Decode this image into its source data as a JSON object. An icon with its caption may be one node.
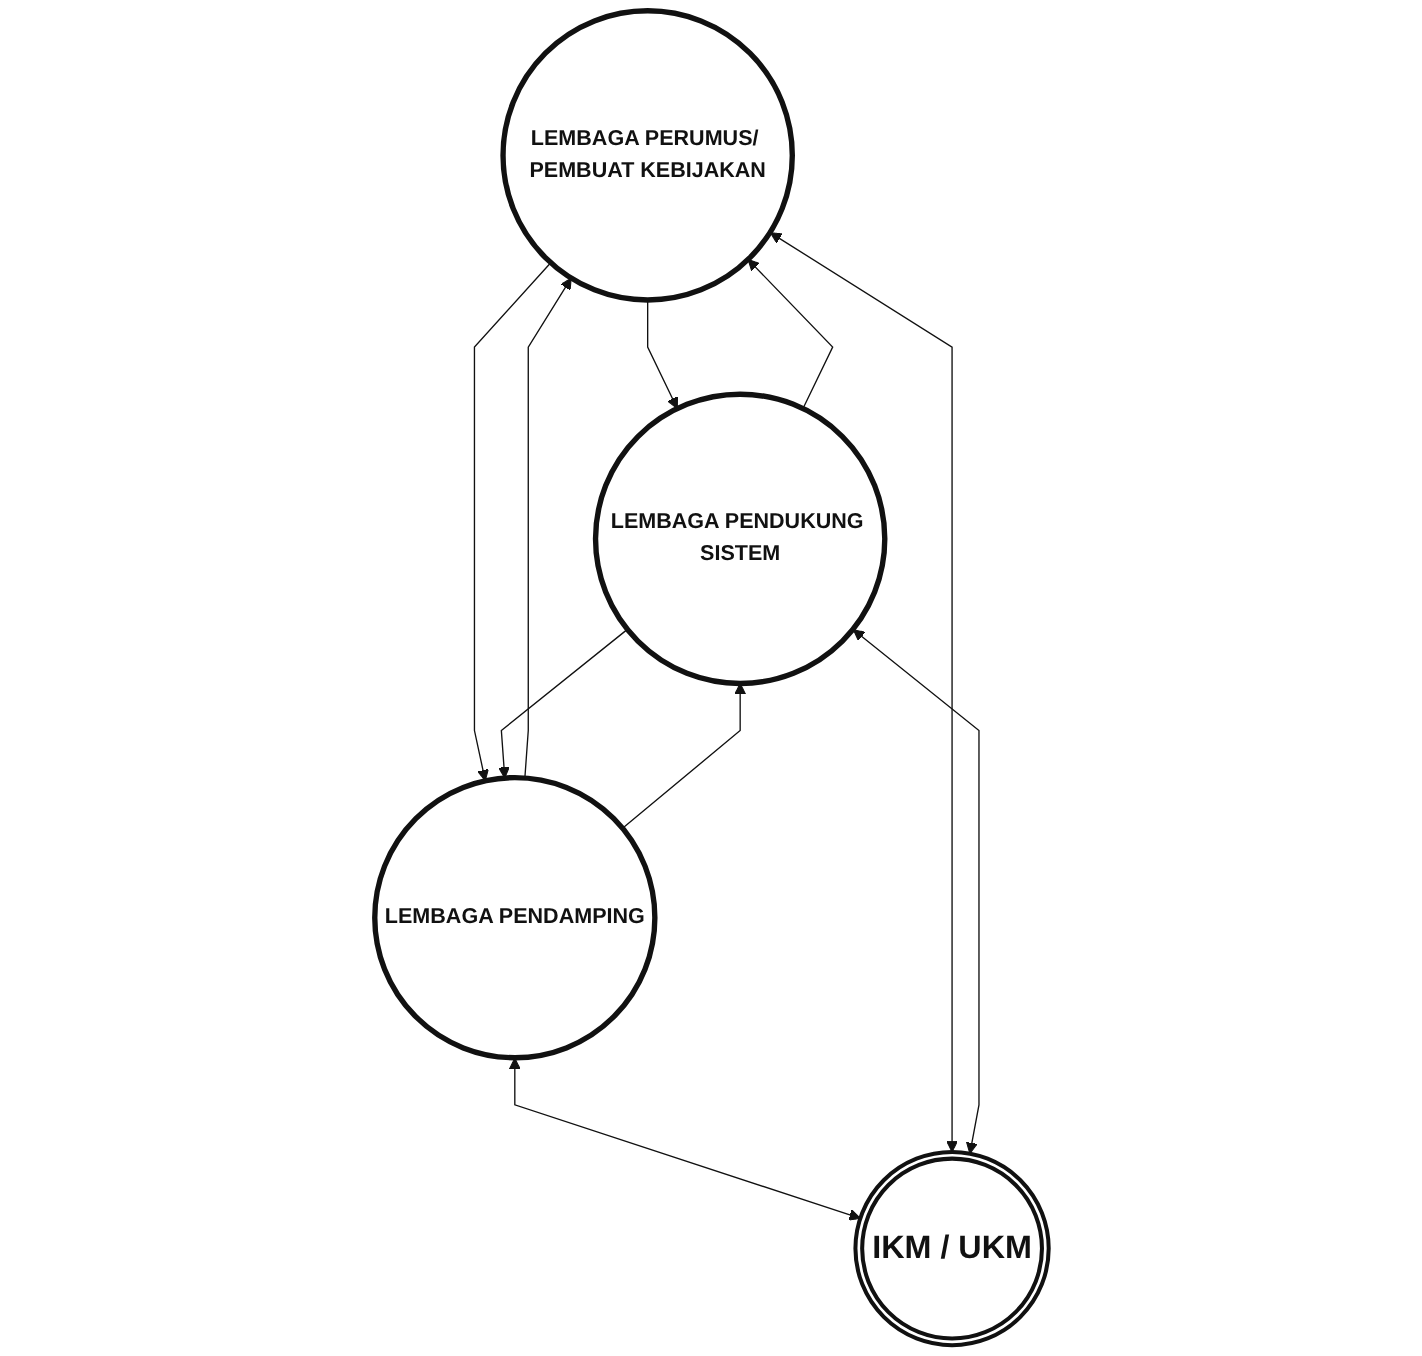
{
  "diagram": {
    "nodes": [
      {
        "text": [
          "LEMBAGA PERUMUS/ PEMBUAT KEBIJAKAN"
        ]
      },
      {
        "text": [
          "LEMBAGA PENDUKUNG SISTEM"
        ]
      },
      {
        "text": [
          "LEMBAGA PENDAMPING"
        ]
      },
      {
        "text": [
          "IKM / UKM"
        ]
      }
    ],
    "edges": [
      {
        "from": 0,
        "to": 1,
        "arrow": "to"
      },
      {
        "from": 1,
        "to": 0,
        "arrow": "to"
      },
      {
        "from": 0,
        "to": 2,
        "arrow": "to"
      },
      {
        "from": 2,
        "to": 0,
        "arrow": "to"
      },
      {
        "from": 1,
        "to": 2,
        "arrow": "to"
      },
      {
        "from": 2,
        "to": 1,
        "arrow": "to"
      },
      {
        "from": 2,
        "to": 3,
        "arrow": "both"
      },
      {
        "from": 0,
        "to": 3,
        "arrow": "both"
      },
      {
        "from": 1,
        "to": 3,
        "arrow": "both"
      }
    ]
  }
}
